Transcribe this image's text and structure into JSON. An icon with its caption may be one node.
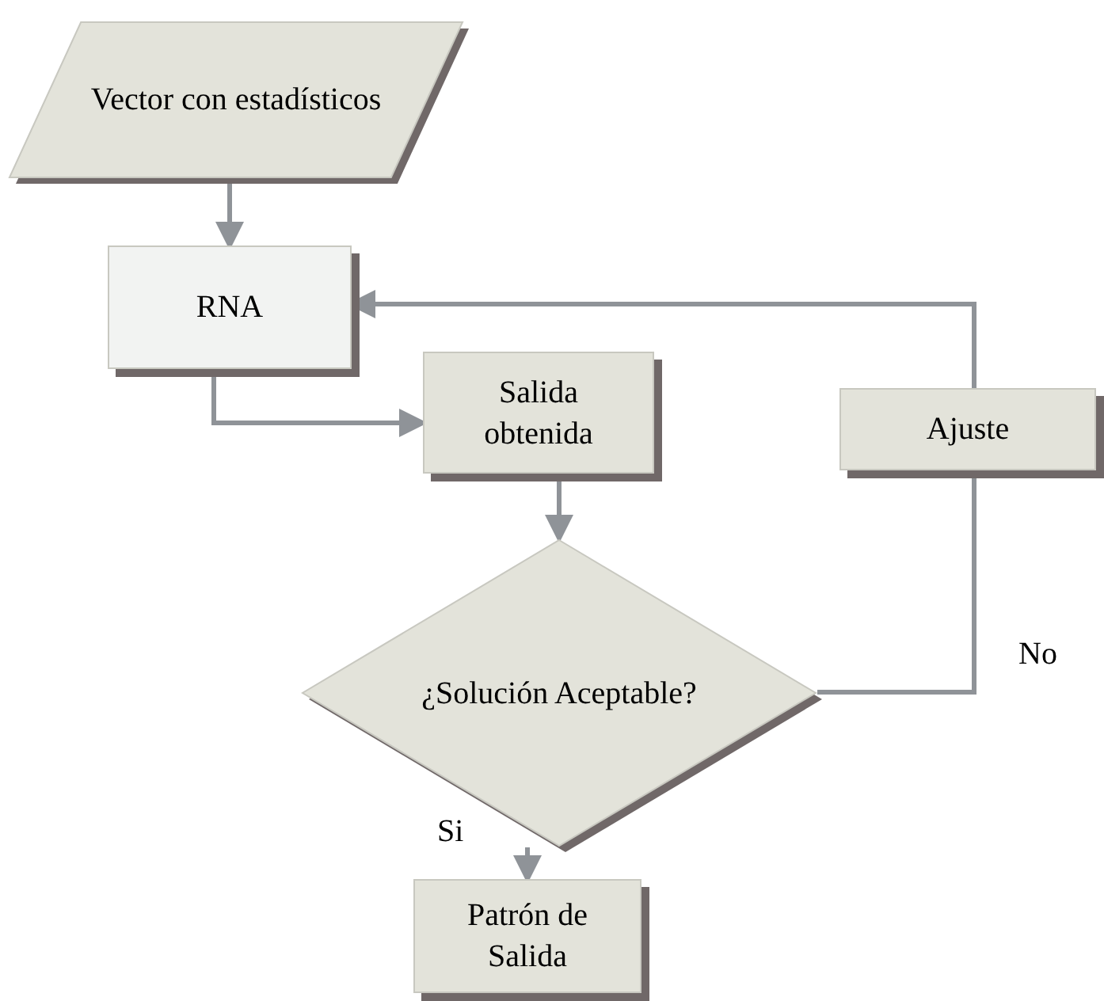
{
  "diagram": {
    "nodes": [
      {
        "text": [
          "Vector con estadísticos"
        ]
      },
      {
        "text": [
          "RNA"
        ]
      },
      {
        "text": [
          "Salida obtenida"
        ]
      },
      {
        "text": [
          "Ajuste"
        ]
      },
      {
        "text": [
          "¿Solución Aceptable?"
        ]
      },
      {
        "text": [
          "Patrón de Salida"
        ]
      }
    ],
    "edges": [
      {
        "from": 0,
        "to": 1,
        "arrow": "to"
      },
      {
        "from": 1,
        "to": 2,
        "arrow": "to"
      },
      {
        "from": 2,
        "to": 4,
        "arrow": "to"
      },
      {
        "from": 4,
        "to": 3,
        "arrow": "none",
        "label": "No"
      },
      {
        "from": 3,
        "to": 1,
        "arrow": "to"
      },
      {
        "from": 4,
        "to": 5,
        "arrow": "to",
        "label": "Si"
      }
    ]
  }
}
